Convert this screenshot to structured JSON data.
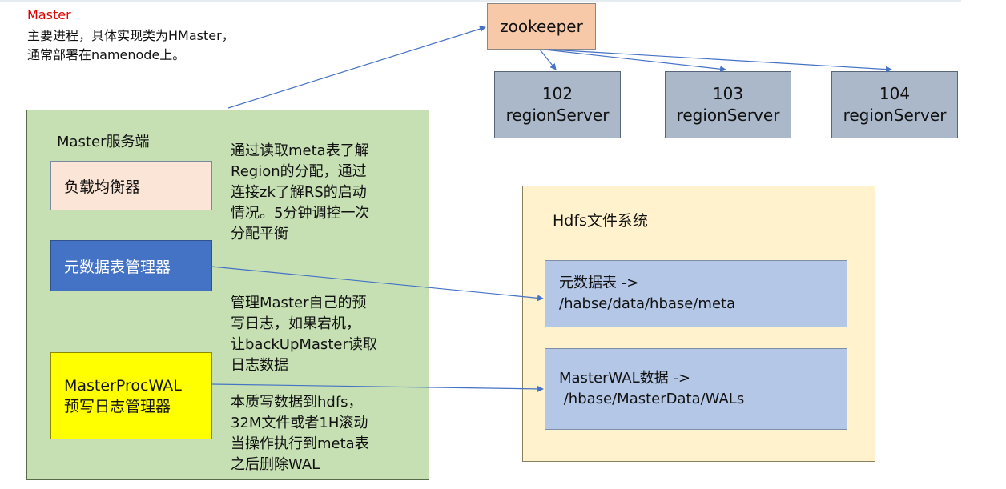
{
  "header": {
    "title": "Master",
    "note_lines": [
      "主要进程，具体实现类为HMaster，",
      "通常部署在namenode上。"
    ]
  },
  "zookeeper": {
    "label": "zookeeper"
  },
  "region_servers": [
    {
      "id": "102",
      "label": "regionServer"
    },
    {
      "id": "103",
      "label": "regionServer"
    },
    {
      "id": "104",
      "label": "regionServer"
    }
  ],
  "master_panel": {
    "title": "Master服务端",
    "load_balancer": "负载均衡器",
    "load_balancer_desc": [
      "通过读取meta表了解",
      "Region的分配，通过",
      "连接zk了解RS的启动",
      "情况。5分钟调控一次",
      "分配平衡"
    ],
    "meta_manager": "元数据表管理器",
    "meta_manager_desc": [
      "管理Master自己的预",
      "写日志，如果宕机，",
      "让backUpMaster读取",
      "日志数据"
    ],
    "wal_manager": [
      "MasterProcWAL",
      "预写日志管理器"
    ],
    "wal_manager_desc": [
      "本质写数据到hdfs，",
      "32M文件或者1H滚动",
      "当操作执行到meta表",
      "之后删除WAL"
    ]
  },
  "hdfs": {
    "title": "Hdfs文件系统",
    "meta_path": [
      "元数据表 ->",
      "/habse/data/hbase/meta"
    ],
    "wal_path": [
      "MasterWAL数据 ->",
      " /hbase/MasterData/WALs"
    ]
  },
  "colors": {
    "master_title": "#e00000",
    "zookeeper_fill": "#f8c9a8",
    "region_server_fill": "#aab8ca",
    "master_panel_fill": "#c6e0b4",
    "load_balancer_fill": "#fbe5d6",
    "meta_manager_fill": "#4472c4",
    "wal_manager_fill": "#ffff00",
    "hdfs_fill": "#fff2cc",
    "hdfs_item_fill": "#b4c7e7",
    "arrow": "#4472c4"
  }
}
